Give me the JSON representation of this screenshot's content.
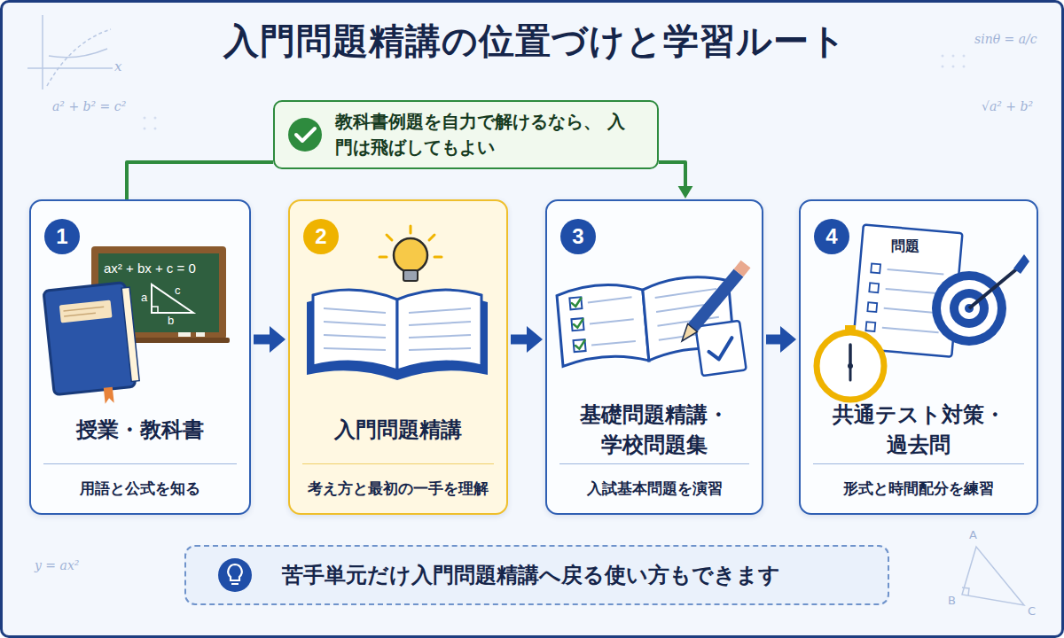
{
  "diagram": {
    "title": "入門問題精講の位置づけと学習ルート",
    "nodes": [
      {
        "text": [
          "教科書例題を自力で解けるなら、 入門は飛ばしてもよい"
        ]
      },
      {
        "text": [
          "授業・教科書",
          "用語と公式を知る"
        ]
      },
      {
        "text": [
          "1"
        ],
        "in": 1
      },
      {
        "text": [
          "入門問題精講",
          "考え方と最初の一手を理解"
        ]
      },
      {
        "text": [
          "2"
        ],
        "in": 3
      },
      {
        "text": [
          "基礎問題精講・ 学校問題集",
          "入試基本問題を演習"
        ]
      },
      {
        "text": [
          "3"
        ],
        "in": 5
      },
      {
        "text": [
          "共通テスト対策・ 過去問",
          "形式と時間配分を練習"
        ]
      },
      {
        "text": [
          "4"
        ],
        "in": 7
      },
      {
        "text": [
          "苦手単元だけ入門問題精講へ戻る使い方もできます"
        ]
      }
    ],
    "edges": [
      {
        "from": 1,
        "to": 0,
        "arrow": "none"
      },
      {
        "from": 0,
        "to": 5,
        "arrow": "to"
      },
      {
        "from": 1,
        "to": 3,
        "arrow": "to"
      },
      {
        "from": 3,
        "to": 5,
        "arrow": "to"
      },
      {
        "from": 5,
        "to": 7,
        "arrow": "to"
      }
    ],
    "labels": [
      "ax² + bx + c = 0",
      "a",
      "c",
      "b",
      "問題",
      "x",
      "a² + b² = c²",
      "sinθ = a/c",
      "√a² + b²",
      "y = ax²",
      "A",
      "B",
      "C"
    ]
  }
}
